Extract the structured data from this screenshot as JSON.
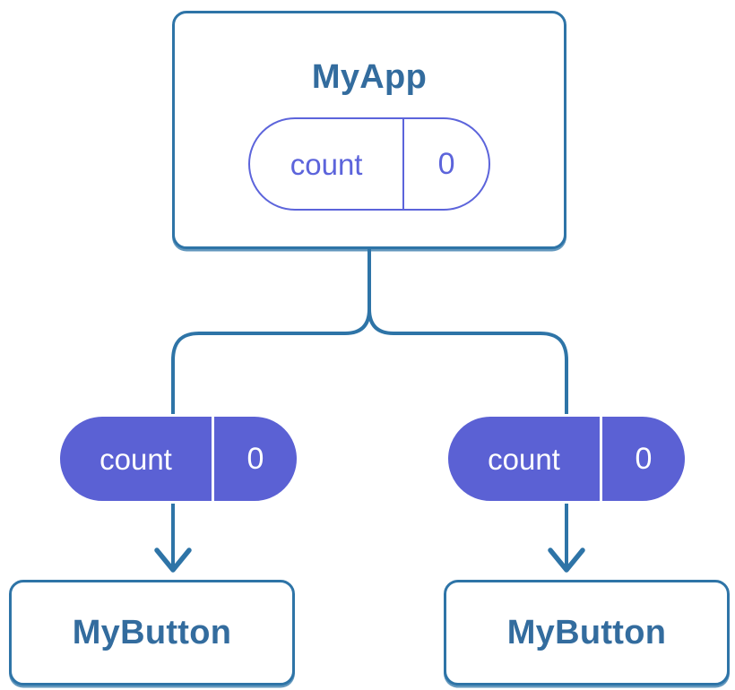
{
  "diagram": {
    "kind": "react-component-tree",
    "colors": {
      "background": "#ffffff",
      "card_bg": "#ffffff",
      "card_border": "#2e74a7",
      "title_text": "#336c9e",
      "connector": "#2e74a7",
      "pill_fill": "#5b61d4",
      "pill_outline": "#5c64db",
      "pill_text": "#ffffff"
    },
    "root": {
      "title": "MyApp",
      "prop_name": "count",
      "prop_value": "0"
    },
    "children": [
      {
        "title": "MyButton",
        "prop_name": "count",
        "prop_value": "0"
      },
      {
        "title": "MyButton",
        "prop_name": "count",
        "prop_value": "0"
      }
    ]
  }
}
